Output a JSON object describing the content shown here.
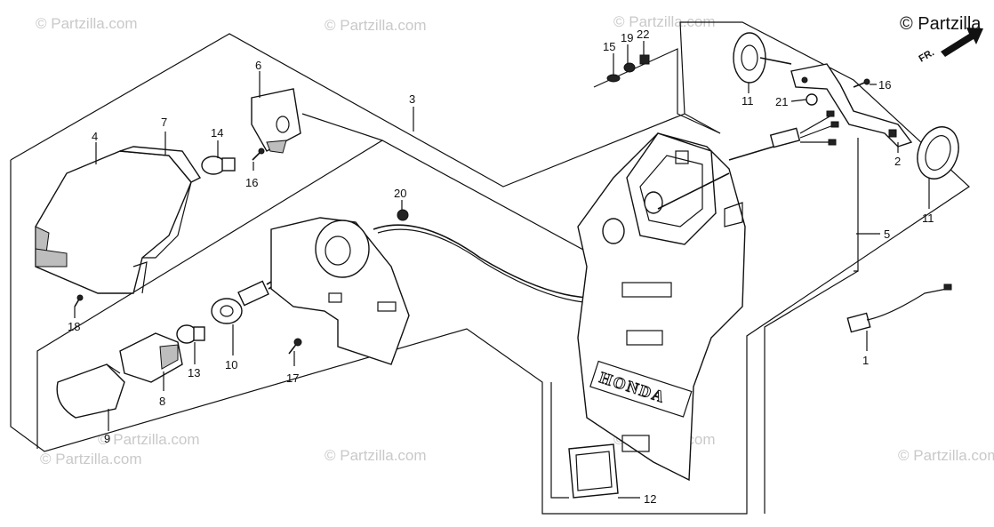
{
  "watermarks": [
    "© Partzilla.com",
    "© Partzilla.com",
    "© Partzilla.com",
    "© Partzilla.com",
    "© Partzilla.com",
    "© Partzilla.com",
    "© Partzilla.com",
    "© Partzilla.com"
  ],
  "brand": "© Partzilla",
  "direction_label": "FR.",
  "logo_text": "HONDA",
  "callouts": [
    "1",
    "2",
    "3",
    "4",
    "5",
    "6",
    "7",
    "8",
    "9",
    "10",
    "11",
    "11",
    "12",
    "13",
    "14",
    "15",
    "16",
    "16",
    "17",
    "18",
    "19",
    "20",
    "21",
    "22"
  ]
}
